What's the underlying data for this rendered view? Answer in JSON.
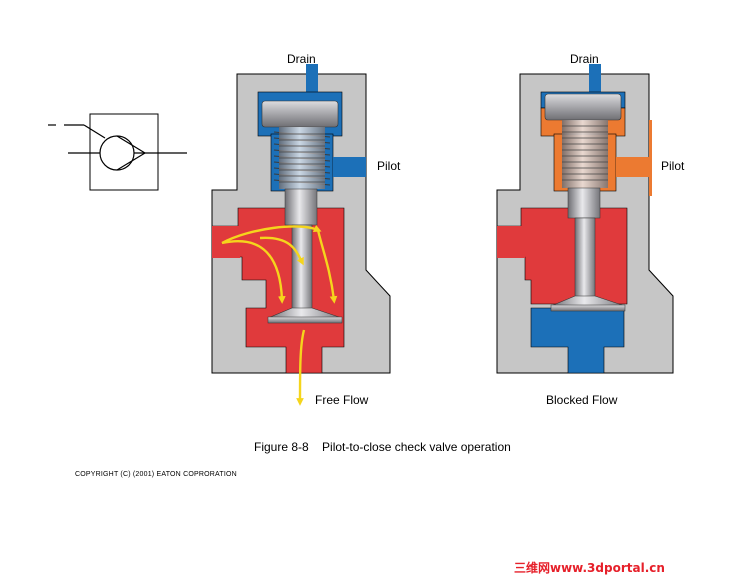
{
  "labels": {
    "drain_left": "Drain",
    "drain_right": "Drain",
    "pilot_left": "Pilot",
    "pilot_right": "Pilot",
    "free_flow": "Free Flow",
    "blocked_flow": "Blocked Flow"
  },
  "caption": "Figure 8-8    Pilot-to-close check valve operation",
  "copyright": "COPYRIGHT (C) (2001) EATON COPRORATION",
  "watermark": "三维网www.3dportal.cn",
  "colors": {
    "body_gray": "#c6c6c6",
    "outline": "#000000",
    "pressure_red": "#e03a3c",
    "drain_blue": "#1c70b8",
    "pilot_orange": "#ec7a31",
    "flow_arrow_yellow": "#f5d51c",
    "steel": "#a9a9ae"
  }
}
